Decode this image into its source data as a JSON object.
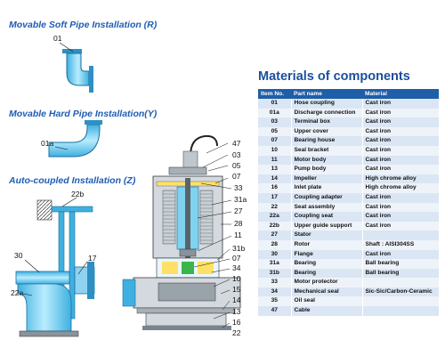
{
  "sections": {
    "soft_pipe_title": "Movable Soft Pipe Installation (R)",
    "hard_pipe_title": "Movable Hard Pipe  Installation(Y)",
    "auto_coupled_title": "Auto-coupled Installation (Z)"
  },
  "callouts": {
    "soft": [
      "01"
    ],
    "hard": [
      "01a"
    ],
    "auto": [
      "22b",
      "30",
      "17",
      "22a"
    ],
    "pump": [
      "47",
      "03",
      "05",
      "07",
      "33",
      "31a",
      "27",
      "28",
      "11",
      "31b",
      "07",
      "34",
      "10",
      "15",
      "14",
      "13",
      "16",
      "22"
    ]
  },
  "materials": {
    "title": "Materials of components",
    "headers": [
      "Item No.",
      "Part name",
      "Material"
    ],
    "rows": [
      [
        "01",
        "Hose coupling",
        "Cast iron"
      ],
      [
        "01a",
        "Discharge connection",
        "Cast iron"
      ],
      [
        "03",
        "Terminal box",
        "Cast iron"
      ],
      [
        "05",
        "Upper cover",
        "Cast iron"
      ],
      [
        "07",
        "Bearing house",
        "Cast iron"
      ],
      [
        "10",
        "Seal bracket",
        "Cast iron"
      ],
      [
        "11",
        "Motor body",
        "Cast iron"
      ],
      [
        "13",
        "Pump body",
        "Cast iron"
      ],
      [
        "14",
        "Impeller",
        "High chrome alloy"
      ],
      [
        "16",
        "Inlet plate",
        "High chrome alloy"
      ],
      [
        "17",
        "Coupling adapter",
        "Cast iron"
      ],
      [
        "22",
        "Seat assembly",
        "Cast iron"
      ],
      [
        "22a",
        "Coupling seat",
        "Cast iron"
      ],
      [
        "22b",
        "Upper guide support",
        "Cast iron"
      ],
      [
        "27",
        "Stator",
        ""
      ],
      [
        "28",
        "Rotor",
        "Shaft : AISI304SS"
      ],
      [
        "30",
        "Flange",
        "Cast iron"
      ],
      [
        "31a",
        "Bearing",
        "Ball bearing"
      ],
      [
        "31b",
        "Bearing",
        "Ball bearing"
      ],
      [
        "33",
        "Motor protector",
        ""
      ],
      [
        "34",
        "Mechanical seal",
        "Sic-Sic/Carbon-Ceramic"
      ],
      [
        "35",
        "Oil seal",
        ""
      ],
      [
        "47",
        "Cable",
        ""
      ]
    ]
  }
}
